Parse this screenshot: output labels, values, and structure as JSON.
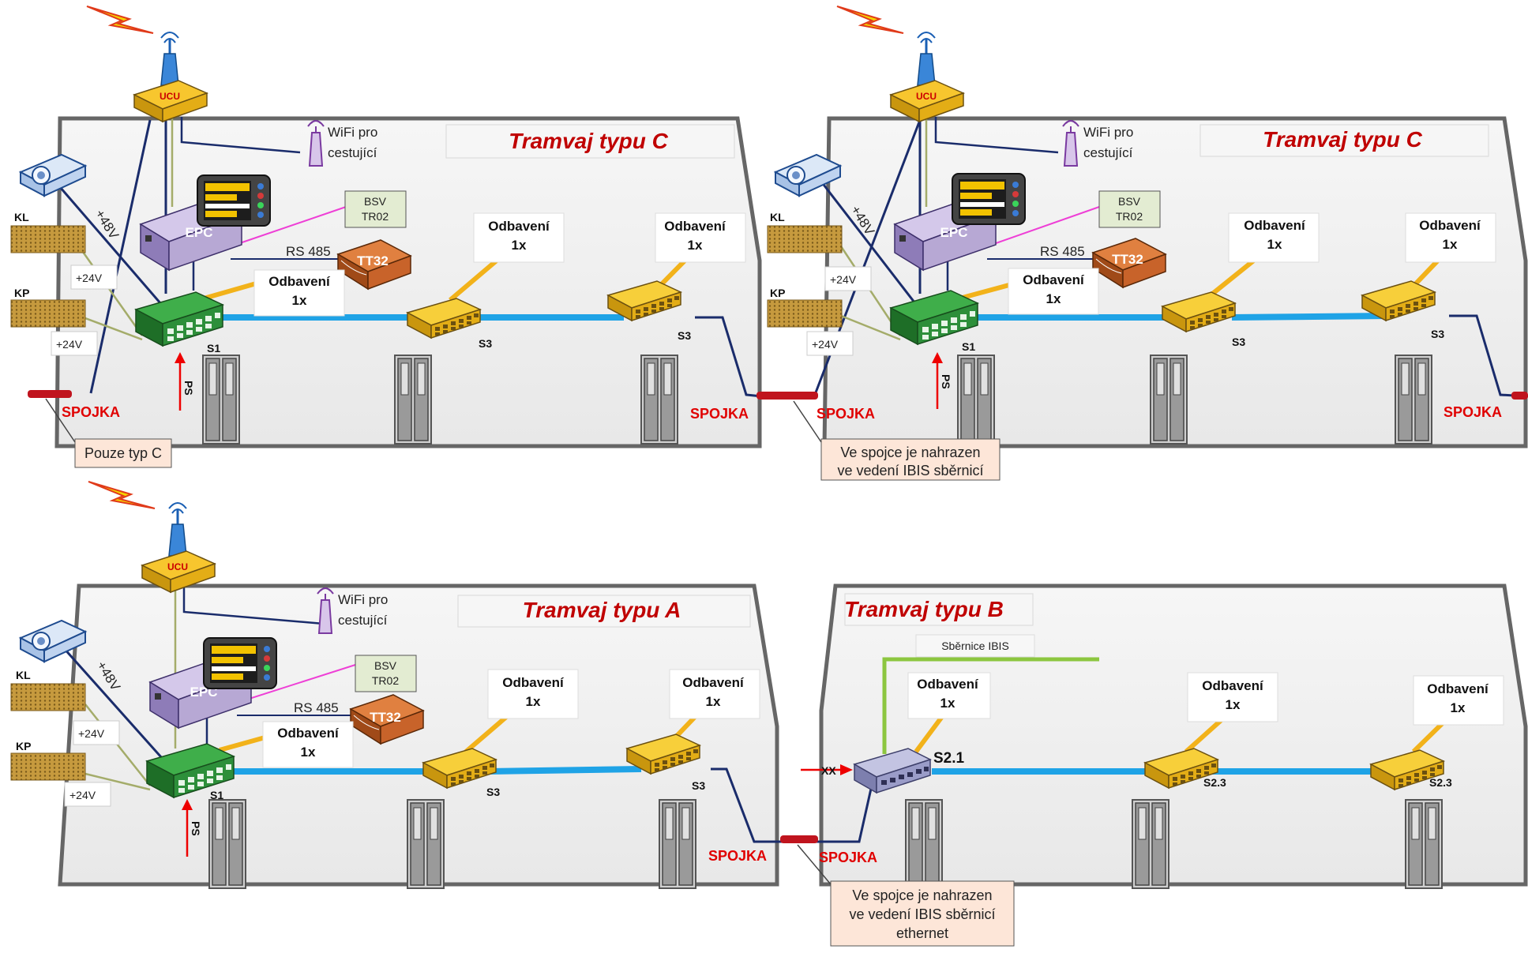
{
  "panels": {
    "top_left": {
      "title": "Tramvaj typu C",
      "wifi": [
        "WiFi pro",
        "cestující"
      ],
      "ucu": "UCU",
      "epc": "EPC",
      "bsv": [
        "BSV",
        "TR02"
      ],
      "rs485": "RS 485",
      "tt32": "TT32",
      "kl": "KL",
      "kp": "KP",
      "v48": "+48V",
      "v24a": "+24V",
      "v24b": "+24V",
      "odb": [
        "Odbavení",
        "1x"
      ],
      "s1": "S1",
      "s3a": "S3",
      "s3b": "S3",
      "ps": "PS",
      "spojka_l": "SPOJKA",
      "spojka_r": "SPOJKA",
      "callout": "Pouze typ C"
    },
    "top_right": {
      "title": "Tramvaj typu C",
      "wifi": [
        "WiFi pro",
        "cestující"
      ],
      "ucu": "UCU",
      "epc": "EPC",
      "bsv": [
        "BSV",
        "TR02"
      ],
      "rs485": "RS 485",
      "tt32": "TT32",
      "kl": "KL",
      "kp": "KP",
      "v48": "+48V",
      "v24a": "+24V",
      "v24b": "+24V",
      "odb": [
        "Odbavení",
        "1x"
      ],
      "s1": "S1",
      "s3a": "S3",
      "s3b": "S3",
      "ps": "PS",
      "spojka_l": "SPOJKA",
      "spojka_r": "SPOJKA",
      "callout": [
        "Ve spojce je nahrazen",
        "ve vedení IBIS sběrnicí"
      ]
    },
    "bottom_left": {
      "title": "Tramvaj typu A",
      "wifi": [
        "WiFi pro",
        "cestující"
      ],
      "ucu": "UCU",
      "epc": "EPC",
      "bsv": [
        "BSV",
        "TR02"
      ],
      "rs485": "RS 485",
      "tt32": "TT32",
      "kl": "KL",
      "kp": "KP",
      "v48": "+48V",
      "v24a": "+24V",
      "v24b": "+24V",
      "odb": [
        "Odbavení",
        "1x"
      ],
      "s1": "S1",
      "s3a": "S3",
      "s3b": "S3",
      "ps": "PS",
      "spojka": "SPOJKA"
    },
    "bottom_right": {
      "title": "Tramvaj typu B",
      "ibis": "Sběrnice IBIS",
      "odb": [
        "Odbavení",
        "1x"
      ],
      "s21": "S2.1",
      "s23a": "S2.3",
      "s23b": "S2.3",
      "xx": "XX",
      "spojka": "SPOJKA",
      "callout": [
        "Ve spojce je nahrazen",
        "ve vedení IBIS sběrnicí",
        "ethernet"
      ]
    }
  },
  "colors": {
    "tram_body": "#f0f0f0",
    "tram_outline": "#666666",
    "ethernet_backbone": "#1fa3e6",
    "odbaveni_link": "#f2b21a",
    "navy_cable": "#1a2c6b",
    "olive_cable": "#a4ac6a",
    "rs485_pink": "#ee3fd6",
    "ibis_green": "#8cc63f",
    "coupler_red": "#c0141e",
    "title_red": "#c00000",
    "callout_fill": "#fde6d8",
    "s1_switch": "#2d8f3a",
    "s3_switch": "#e8b415",
    "s21_switch": "#9a9cc8",
    "epc_box": "#b7a8d4",
    "tt32": "#c8632a"
  }
}
